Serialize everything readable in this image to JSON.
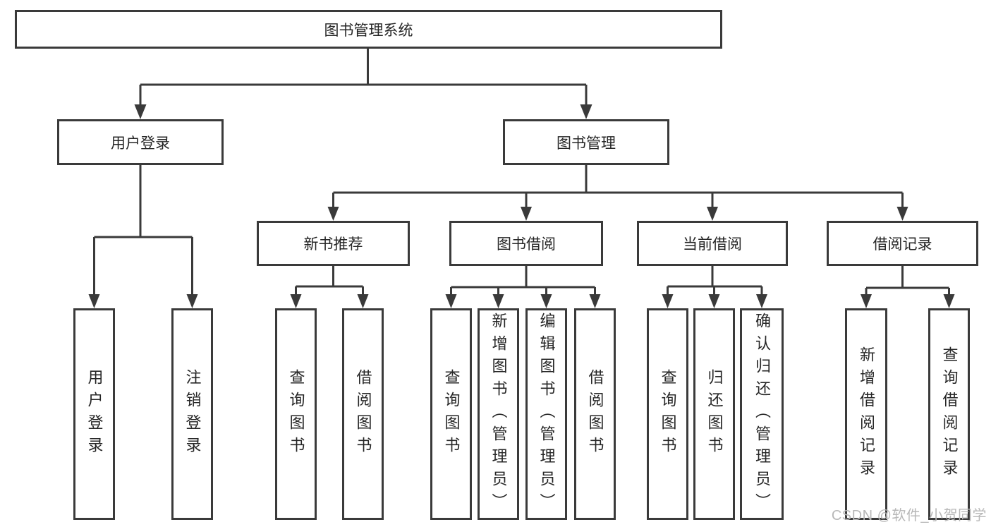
{
  "colors": {
    "line": "#3a3a3a",
    "text": "#262626",
    "background": "#ffffff",
    "box_background": "#ffffff",
    "watermark": "#b8b8b8"
  },
  "tree": {
    "root": "图书管理系统",
    "user_login": {
      "label": "用户登录",
      "children": [
        "用户登录",
        "注销登录"
      ]
    },
    "book_mgmt": {
      "label": "图书管理",
      "sections": {
        "new_books": {
          "label": "新书推荐",
          "children": [
            "查询图书",
            "借阅图书"
          ]
        },
        "book_borrow": {
          "label": "图书借阅",
          "children": [
            "查询图书",
            "新增图书（管理员）",
            "编辑图书（管理员）",
            "借阅图书"
          ]
        },
        "current_borrow": {
          "label": "当前借阅",
          "children": [
            "查询图书",
            "归还图书",
            "确认归还（管理员）"
          ]
        },
        "borrow_records": {
          "label": "借阅记录",
          "children": [
            "新增借阅记录",
            "查询借阅记录"
          ]
        }
      }
    }
  },
  "watermark": "CSDN @软件_小贺同学"
}
